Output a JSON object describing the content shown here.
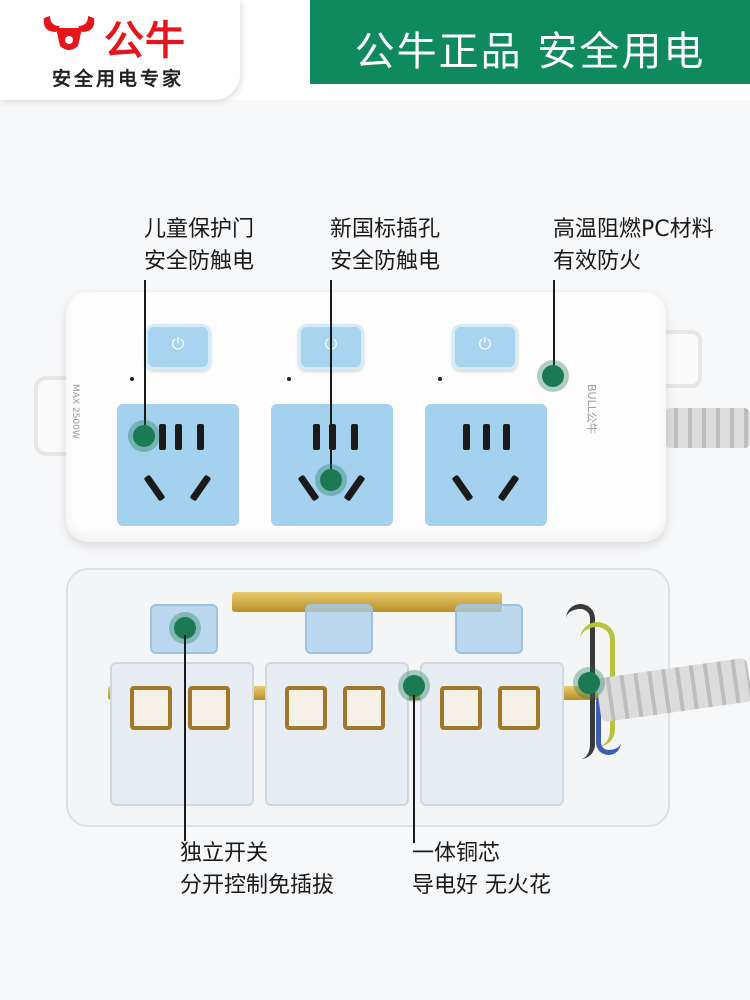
{
  "header": {
    "brand": "公牛",
    "slogan": "安全用电专家",
    "banner": "公牛正品 安全用电"
  },
  "features": {
    "child_door": [
      "儿童保护门",
      "安全防触电"
    ],
    "new_standard": [
      "新国标插孔",
      "安全防触电"
    ],
    "flame": [
      "高温阻燃PC材料",
      "有效防火"
    ],
    "switch": [
      "独立开关",
      "分开控制免插拔"
    ],
    "copper": [
      "一体铜芯",
      "导电好 无火花"
    ]
  },
  "strip": {
    "rating": "MAX 2500W",
    "brand_mark": "BULL公牛",
    "outlet_count": 3
  },
  "colors": {
    "banner": "#0f8a5f",
    "brand_red": "#e4161b",
    "socket_blue": "#a3d1ee",
    "callout_dot": "#1b7a54"
  },
  "icons": [
    "bull-logo-icon",
    "power-icon"
  ]
}
